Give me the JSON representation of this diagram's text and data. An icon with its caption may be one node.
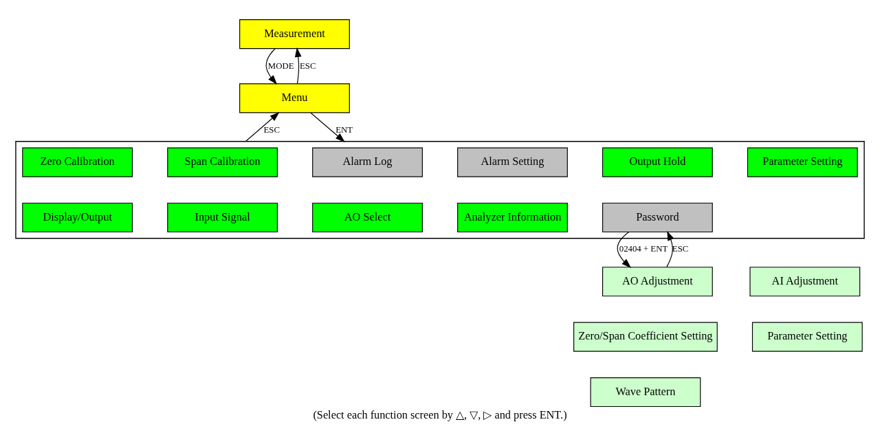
{
  "diagram": {
    "caption": "(Select each function screen by △, ▽, ▷ and press ENT.)",
    "nodes": [
      {
        "text": [
          "Measurement"
        ]
      },
      {
        "text": [
          "Menu"
        ]
      },
      {
        "text": [],
        "shape": "box"
      },
      {
        "text": [
          "Zero Calibration"
        ],
        "in": 2
      },
      {
        "text": [
          "Span Calibration"
        ],
        "in": 2
      },
      {
        "text": [
          "Alarm Log"
        ],
        "in": 2
      },
      {
        "text": [
          "Alarm Setting"
        ],
        "in": 2
      },
      {
        "text": [
          "Output Hold"
        ],
        "in": 2
      },
      {
        "text": [
          "Parameter Setting"
        ],
        "in": 2
      },
      {
        "text": [
          "Display/Output"
        ],
        "in": 2
      },
      {
        "text": [
          "Input Signal"
        ],
        "in": 2
      },
      {
        "text": [
          "AO Select"
        ],
        "in": 2
      },
      {
        "text": [
          "Analyzer Information"
        ],
        "in": 2
      },
      {
        "text": [
          "Password"
        ],
        "in": 2
      },
      {
        "text": [
          "AO Adjustment"
        ]
      },
      {
        "text": [
          "AI Adjustment"
        ]
      },
      {
        "text": [
          "Zero/Span Coefficient Setting"
        ]
      },
      {
        "text": [
          "Parameter Setting"
        ]
      },
      {
        "text": [
          "Wave Pattern"
        ]
      }
    ],
    "edges": [
      {
        "from": 1,
        "to": 0,
        "arrow": "to",
        "label": "ESC"
      },
      {
        "from": 0,
        "to": 1,
        "arrow": "to",
        "label": "MODE"
      },
      {
        "from": 2,
        "to": 1,
        "arrow": "to",
        "label": "ESC"
      },
      {
        "from": 1,
        "to": 2,
        "arrow": "to",
        "label": "ENT"
      },
      {
        "from": 14,
        "to": 13,
        "arrow": "to",
        "label": "ESC"
      },
      {
        "from": 13,
        "to": 14,
        "arrow": "to",
        "label": "02404 + ENT"
      }
    ]
  }
}
